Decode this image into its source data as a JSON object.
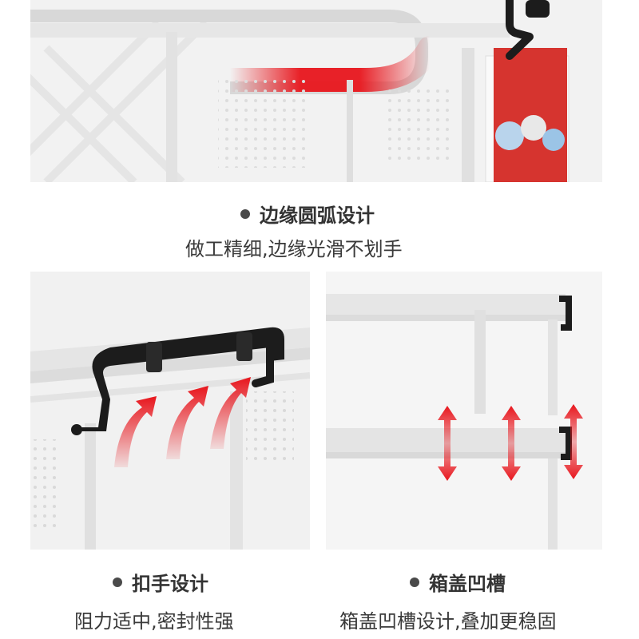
{
  "sections": [
    {
      "title": "边缘圆弧设计",
      "subtitle": "做工精细,边缘光滑不划手"
    },
    {
      "title": "扣手设计",
      "subtitle": "阻力适中,密封性强"
    },
    {
      "title": "箱盖凹槽",
      "subtitle": "箱盖凹槽设计,叠加更稳固"
    }
  ],
  "colors": {
    "highlight_red": "#e8161d",
    "handle_black": "#1c1c1c",
    "bullet": "#4a4a4a",
    "text": "#333333"
  },
  "images": [
    {
      "icon": "storage-box-corner-photo"
    },
    {
      "icon": "storage-box-handle-photo"
    },
    {
      "icon": "storage-box-lid-groove-photo"
    }
  ]
}
